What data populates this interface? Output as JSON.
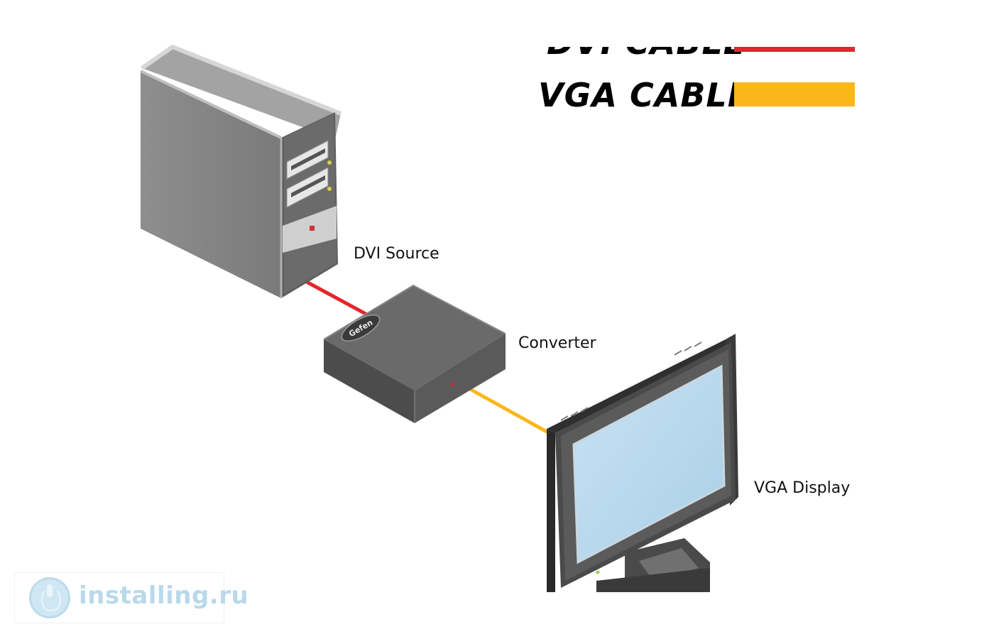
{
  "legend": {
    "dvi": {
      "label": "DVI CABLE",
      "color": "#e3262c"
    },
    "vga": {
      "label": "VGA CABLE",
      "color": "#fbb71a"
    }
  },
  "devices": {
    "source": {
      "label": "DVI Source"
    },
    "converter": {
      "label": "Converter",
      "brand": "Gefen"
    },
    "display": {
      "label": "VGA Display"
    }
  },
  "watermark": {
    "text": "installing.ru"
  }
}
